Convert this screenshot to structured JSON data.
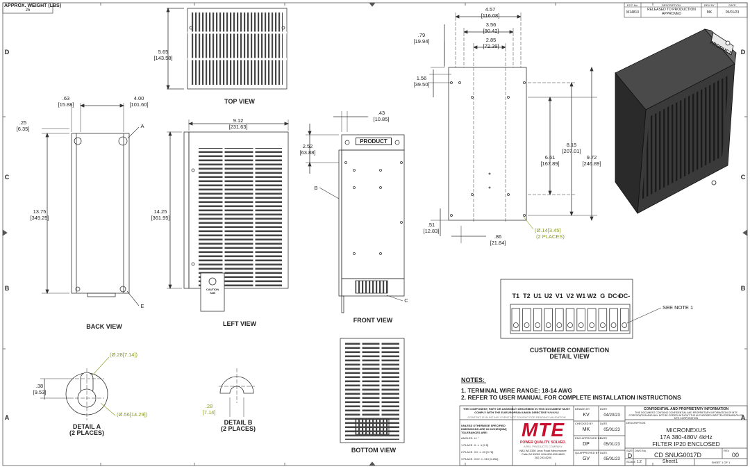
{
  "header": {
    "weight_label": "APPROX. WEIGHT (LBS)",
    "weight_value": "25"
  },
  "revision": {
    "headers": [
      "ECO No.",
      "DESCRIPTION",
      "REV BY",
      "DATE"
    ],
    "row": [
      "M14810",
      "RELEASED TO PRODUCTION APPROVED",
      "MK",
      "05/01/23"
    ]
  },
  "border": {
    "zones": [
      "D",
      "C",
      "B",
      "A"
    ]
  },
  "views": {
    "top": "TOP VIEW",
    "back": "BACK VIEW",
    "left": "LEFT VIEW",
    "front": "FRONT VIEW",
    "bottom": "BOTTOM VIEW",
    "detail_a": "DETAIL A",
    "detail_a_sub": "(2 PLACES)",
    "detail_b": "DETAIL B",
    "detail_b_sub": "(2 PLACES)",
    "customer": "CUSTOMER CONNECTION",
    "customer_sub": "DETAIL VIEW",
    "product": "PRODUCT",
    "caution": "CAUTION",
    "tab": "TAB"
  },
  "dims": {
    "top_h_in": "5.65",
    "top_h_mm": "[143.58]",
    "back_w_in": ".63",
    "back_w_mm": "[15.88]",
    "back_w2_in": "4.00",
    "back_w2_mm": "[101.60]",
    "back_t_in": ".25",
    "back_t_mm": "[6.35]",
    "back_h_in": "13.75",
    "back_h_mm": "[349.25]",
    "left_w_in": "9.12",
    "left_w_mm": "[231.63]",
    "left_h_in": "14.25",
    "left_h_mm": "[361.95]",
    "front_w_in": ".43",
    "front_w_mm": "[10.85]",
    "front_h_in": "2.52",
    "front_h_mm": "[63.88]",
    "m_w1_in": "4.57",
    "m_w1_mm": "[116.08]",
    "m_w2_in": "3.56",
    "m_w2_mm": "[90.42]",
    "m_w3_in": "2.85",
    "m_w3_mm": "[72.39]",
    "m_t1_in": ".79",
    "m_t1_mm": "[19.94]",
    "m_t2_in": "1.56",
    "m_t2_mm": "[39.50]",
    "m_h1_in": "8.15",
    "m_h1_mm": "[207.01]",
    "m_h2_in": "6.61",
    "m_h2_mm": "[167.89]",
    "m_h3_in": "9.72",
    "m_h3_mm": "[246.89]",
    "m_b1_in": ".51",
    "m_b1_mm": "[12.83]",
    "m_b2_in": ".86",
    "m_b2_mm": "[21.84]",
    "hole": "(Ø.14[3.45]",
    "hole_sub": "(2 PLACES)",
    "da_r1": "(Ø.28[7.14])",
    "da_r2": "(Ø.56[14.29])",
    "da_h_in": ".38",
    "da_h_mm": "[9.53]",
    "db_in": ".28",
    "db_mm": "[7.14]"
  },
  "callouts": {
    "a": "A",
    "b": "B",
    "c": "C",
    "e": "E",
    "note": "SEE NOTE 1"
  },
  "terminals": [
    "T1",
    "T2",
    "U1",
    "U2",
    "V1",
    "V2",
    "W1",
    "W2",
    "G",
    "DC+",
    "DC-"
  ],
  "notes": {
    "title": "NOTES:",
    "items": [
      "1.  TERMINAL WIRE RANGE: 18-14 AWG",
      "2.  REFER TO USER MANUAL FOR COMPLETE INSTALLATION INSTRUCTIONS"
    ]
  },
  "title_block": {
    "compliance": "THE COMPONENT, PART OR ASSEMBLY DESCRIBED IN THIS DOCUMENT MUST COMPLY WITH THE EU/EUROPEAN UNION DIRECTIVE %%%%2",
    "content": "CONTENT IS IN INT ANY EVENT NOT SOUGHT FOR READING VALIDATION",
    "tol_title": "UNLESS OTHERWISE SPECIFIED DIMENSIONS ARE IN INCHES[MM] TOLERANCES ARE:",
    "angles": "ANGLES: ±1 °",
    "place1": "1 PLACE .X: ± .1 [2.5]",
    "place2": "2 PLACE .XX: ± .03 [0.76]",
    "place3": "3 PLACE .XXX: ± .010 [0.254]",
    "logo": "MTE",
    "slogan": "POWER QUALITY. SOLVED.",
    "company": "A REL PRODUCTS COMPANY",
    "address": "N83 W13330 Leon Road Menomonee Falls WI 53051 USA 800.455.4683 262.253.8200",
    "drawn_by_label": "DRAWN BY",
    "drawn_by": "KV",
    "drawn_date_label": "DATE",
    "drawn_date": "04/20/23",
    "checked_label": "CHECKED BY",
    "checked": "MK",
    "checked_date_label": "DATE",
    "checked_date": "05/01/23",
    "eng_label": "ENG APPROVED BY",
    "eng": "DP",
    "eng_date_label": "DATE",
    "eng_date": "05/01/23",
    "qa_label": "QA APPROVED BY",
    "qa": "GV",
    "qa_date_label": "DATE",
    "qa_date": "05/01/23",
    "conf_title": "CONFIDENTIAL AND PROPRIETARY INFORMATION",
    "conf_text": "THIS DOCUMENT CONTAINS CONFIDENTIAL AND PROPRIETARY INFORMATION OF MTE CORPORATION AND MAY NOT BE COPIED WITHOUT THE AUTHORIZED WRITTEN PERMISSION OF MTE CORPORATION",
    "desc_label": "DESCRIPTION",
    "desc1": "MICRONEXUS",
    "desc2": "17A 380-480V 4kHz",
    "desc3": "FILTER IP20 ENCLOSED",
    "size_label": "SIZE",
    "size": "D",
    "dwg_label": "DWG No.",
    "dwg": "CD SNUG0017D",
    "rev_label": "REV",
    "rev": "00",
    "scale_label": "SCALE",
    "scale": "1:2",
    "sheet_name": "Sheet1",
    "sheet_label": "SHEET 1 OF 1"
  }
}
